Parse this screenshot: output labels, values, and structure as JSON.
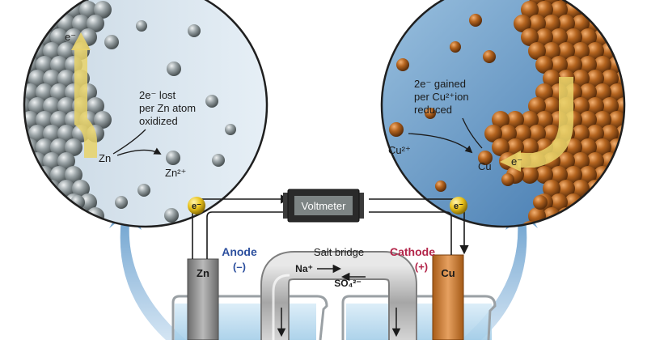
{
  "left_inset": {
    "electron_top": "e⁻",
    "lost_line1": "2e⁻ lost",
    "lost_line2": "per Zn atom",
    "lost_line3": "oxidized",
    "zn_atom": "Zn",
    "zn_ion": "Zn²⁺"
  },
  "right_inset": {
    "gained_line1": "2e⁻ gained",
    "gained_line2": "per Cu²⁺ion",
    "gained_line3": "reduced",
    "cu_ion": "Cu²⁺",
    "cu_atom": "Cu",
    "electron_arrow": "e⁻"
  },
  "circuit": {
    "voltmeter_label": "Voltmeter",
    "electron_left": "e⁻",
    "electron_right": "e⁻",
    "anode_title": "Anode",
    "anode_sign": "(–)",
    "cathode_title": "Cathode",
    "cathode_sign": "(+)",
    "zn_electrode": "Zn",
    "cu_electrode": "Cu",
    "salt_bridge": "Salt bridge",
    "na_ion": "Na⁺",
    "so4_ion": "SO₄²⁻"
  },
  "colors": {
    "anode_title": "#2c4f9e",
    "cathode_title": "#b3264a",
    "zinc": "#8a8a8a",
    "copper": "#c97a2a",
    "electron": "#e9c21a",
    "flow_arrow": "#6aa1d0",
    "inset_left_bg": "#dce8f1",
    "inset_right_bg": "#5b8fbf"
  }
}
